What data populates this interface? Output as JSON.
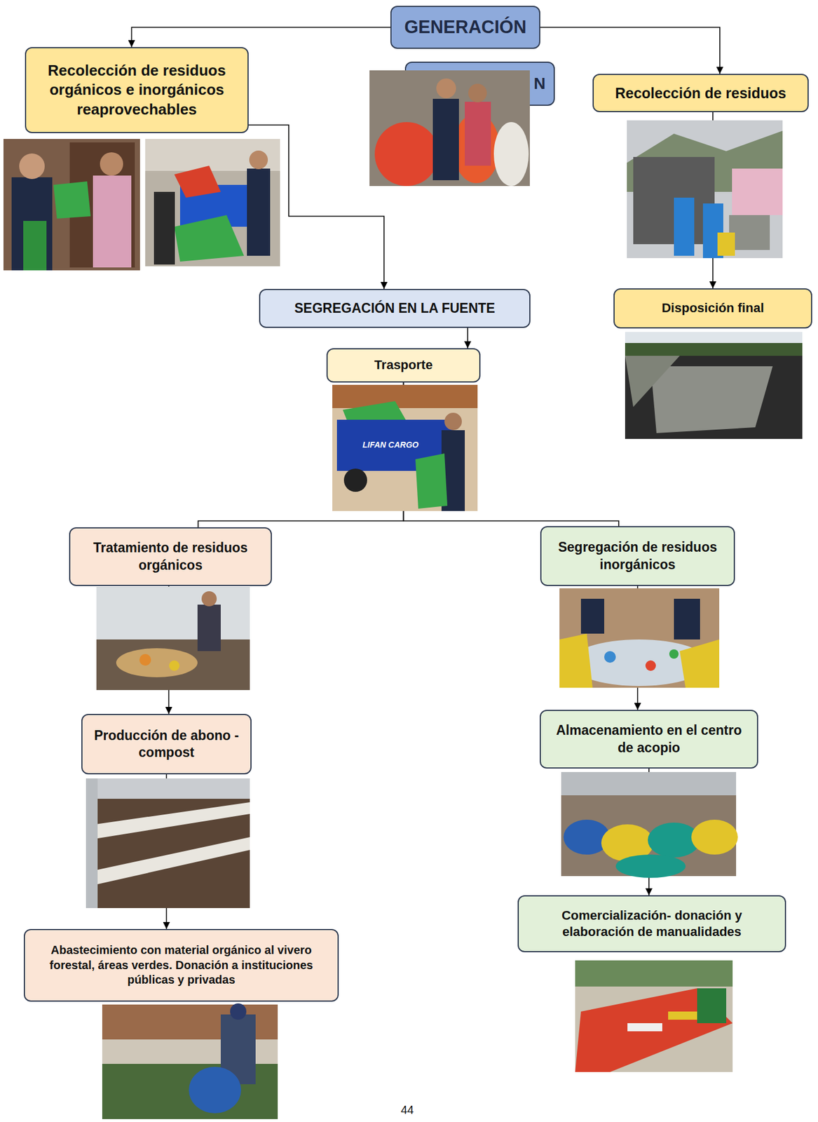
{
  "diagram": {
    "nodes": [
      {
        "text": [
          "GENERACIÓN"
        ]
      },
      {
        "text": [
          "Recolección de residuos orgánicos e inorgánicos reaprovechables"
        ]
      },
      {
        "text": [
          "N"
        ]
      },
      {
        "text": [
          "Recolección de residuos"
        ]
      },
      {
        "text": [
          "SEGREGACIÓN EN LA FUENTE"
        ]
      },
      {
        "text": [
          "Trasporte"
        ]
      },
      {
        "text": [
          "Disposición final"
        ]
      },
      {
        "text": [
          "Tratamiento de residuos orgánicos"
        ]
      },
      {
        "text": [
          "Segregación de residuos inorgánicos"
        ]
      },
      {
        "text": [
          "Producción de abono -compost"
        ]
      },
      {
        "text": [
          "Almacenamiento en el centro de acopio"
        ]
      },
      {
        "text": [
          "Abastecimiento con material orgánico al vivero forestal, áreas verdes. Donación a instituciones públicas y privadas"
        ]
      },
      {
        "text": [
          "Comercialización- donación y elaboración de manualidades"
        ]
      }
    ],
    "edges": [
      {
        "from": 0,
        "to": 1,
        "arrow": "to"
      },
      {
        "from": 0,
        "to": 3,
        "arrow": "to"
      },
      {
        "from": 1,
        "to": 4,
        "arrow": "to"
      },
      {
        "from": 4,
        "to": 5,
        "arrow": "to"
      },
      {
        "from": 3,
        "to": 6,
        "arrow": "to"
      },
      {
        "from": 5,
        "to": 7,
        "arrow": "none"
      },
      {
        "from": 5,
        "to": 8,
        "arrow": "none"
      },
      {
        "from": 7,
        "to": 9,
        "arrow": "to"
      },
      {
        "from": 9,
        "to": 11,
        "arrow": "to"
      },
      {
        "from": 8,
        "to": 10,
        "arrow": "to"
      },
      {
        "from": 10,
        "to": 12,
        "arrow": "to"
      }
    ],
    "labels": [
      "LIFAN CARGO",
      "44"
    ]
  }
}
